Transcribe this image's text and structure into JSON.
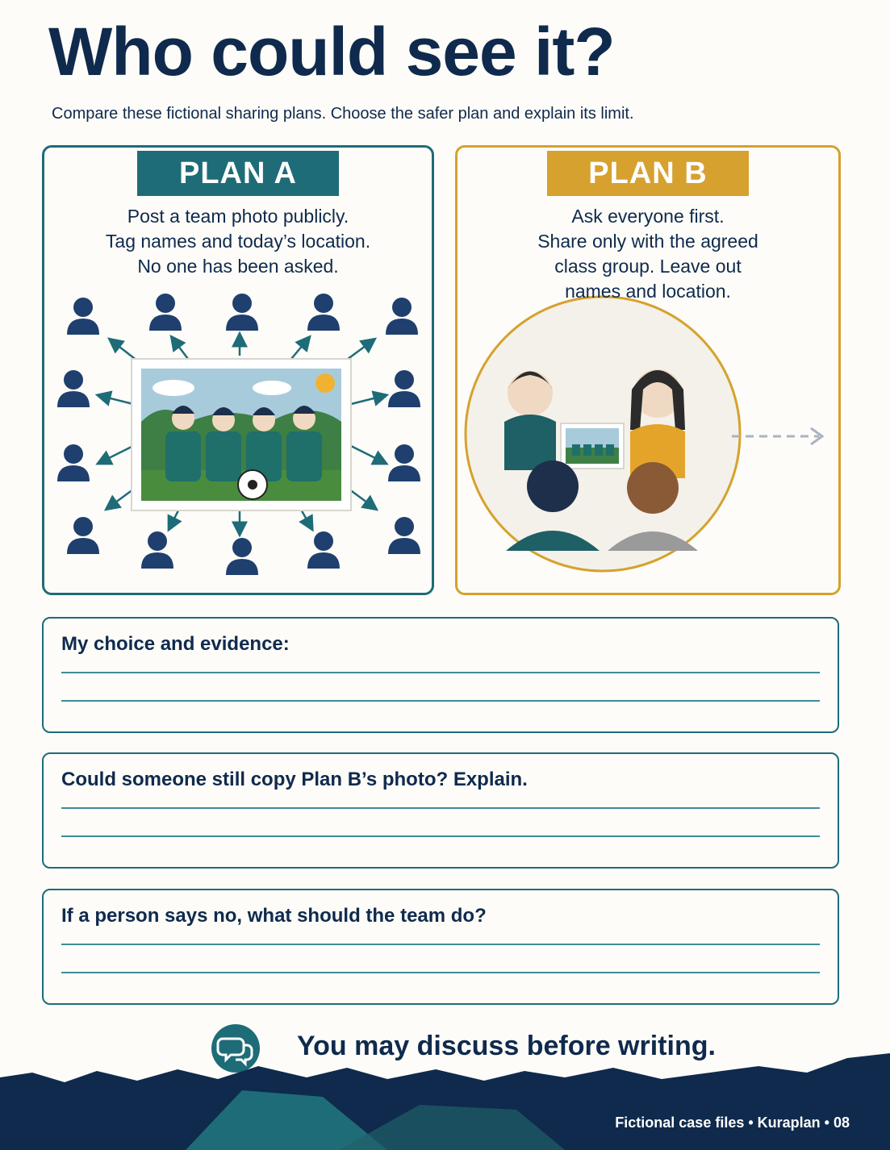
{
  "page": {
    "title": "Who could see it?",
    "subtitle": "Compare these fictional sharing plans. Choose the safer plan and explain its limit."
  },
  "plan_a": {
    "label": "PLAN A",
    "lines": [
      "Post a team photo publicly.",
      "Tag names and today’s location.",
      "No one has been asked."
    ]
  },
  "plan_b": {
    "label": "PLAN B",
    "lines": [
      "Ask everyone first.",
      "Share only with the agreed",
      "class group. Leave out",
      "names and location."
    ]
  },
  "questions": [
    {
      "label": "My choice and evidence:"
    },
    {
      "label": "Could someone still copy Plan B’s photo? Explain."
    },
    {
      "label": "If a person says no, what should the team do?"
    }
  ],
  "discuss": {
    "text": "You may discuss before writing.",
    "icon": "speech-bubbles-icon"
  },
  "footer": {
    "text": "Fictional case files • Kuraplan • 08"
  },
  "colors": {
    "navy": "#0f2a4d",
    "teal": "#1e6c78",
    "gold": "#d6a12e"
  }
}
